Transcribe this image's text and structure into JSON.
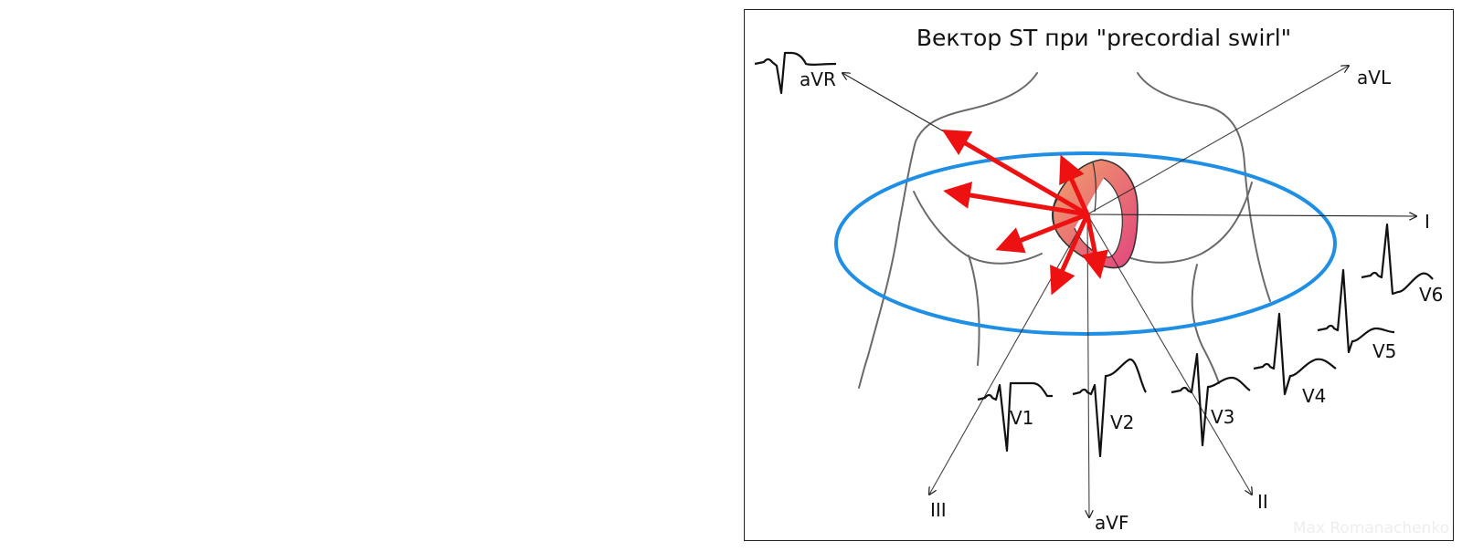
{
  "title": "Вектор ST при \"precordial swirl\"",
  "watermark": "Max Romanachenko",
  "limb_leads": {
    "aVR": "aVR",
    "aVL": "aVL",
    "I": "I",
    "II": "II",
    "III": "III",
    "aVF": "aVF"
  },
  "precordial_leads": {
    "V1": "V1",
    "V2": "V2",
    "V3": "V3",
    "V4": "V4",
    "V5": "V5",
    "V6": "V6"
  },
  "colors": {
    "st_vector": "#ee1111",
    "orbit": "#1f8fe6",
    "axis": "#222222",
    "body_outline": "#666666",
    "heart": "#e8607a"
  }
}
